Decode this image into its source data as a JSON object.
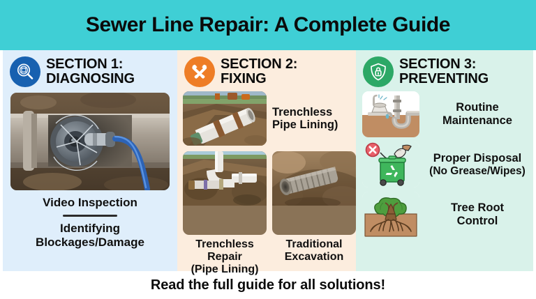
{
  "header": {
    "title": "Sewer Line Repair: A Complete Guide",
    "background_color": "#3FCFD5"
  },
  "sections": [
    {
      "icon_name": "magnifier-inspection-icon",
      "icon_color": "#1761B0",
      "label_line1": "SECTION 1:",
      "label_line2": "DIAGNOSING",
      "background_color": "#DFEEFB",
      "photo_name": "sewer-camera-in-pipe-photo",
      "caption_primary": "Video Inspection",
      "caption_secondary_line1": "Identifying",
      "caption_secondary_line2": "Blockages/Damage"
    },
    {
      "icon_name": "crossed-wrenches-icon",
      "icon_color": "#EE7D26",
      "label_line1": "SECTION 2:",
      "label_line2": "FIXING",
      "background_color": "#FCEDDE",
      "items": [
        {
          "photo_name": "trench-with-white-pipe-photo",
          "label_line1": "Trenchless",
          "label_line2": "Pipe Lining)"
        },
        {
          "photo_name": "pipe-junction-in-trench-photo",
          "label_line1": "Trenchless",
          "label_line2": "Repair",
          "label_line3": "(Pipe Lining)"
        },
        {
          "photo_name": "excavated-corrugated-pipe-photo",
          "label_line1": "Traditional",
          "label_line2": "Excavation"
        }
      ]
    },
    {
      "icon_name": "shield-lock-icon",
      "icon_color": "#2CA866",
      "label_line1": "SECTION 3:",
      "label_line2": "PREVENTING",
      "background_color": "#D9F2EA",
      "items": [
        {
          "thumb_name": "sink-drain-ptrap-icon",
          "label_line1": "Routine",
          "label_line2": "Maintenance"
        },
        {
          "thumb_name": "recycling-bin-no-wipes-icon",
          "label_line1": "Proper Disposal",
          "label_line2": "(No Grease/Wipes)"
        },
        {
          "thumb_name": "tree-with-roots-icon",
          "label_line1": "Tree Root",
          "label_line2": "Control"
        }
      ]
    }
  ],
  "footer": {
    "text": "Read the full guide for all solutions!"
  }
}
